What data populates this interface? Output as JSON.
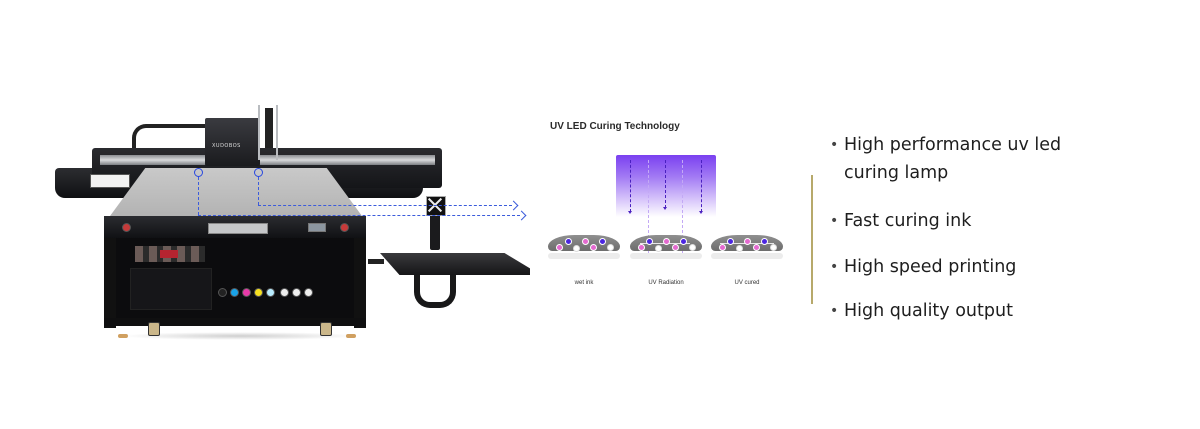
{
  "diagram": {
    "title": "UV LED Curing Technology",
    "stages": [
      {
        "label": "wet ink"
      },
      {
        "label": "UV Radiation"
      },
      {
        "label": "UV cured"
      }
    ],
    "colors": {
      "uv_purple": "#7a40f0",
      "ink_magenta": "#e46ad0",
      "ink_blue": "#4b25e0"
    }
  },
  "printer": {
    "brand_label": "XUDOBOS",
    "annotation_color": "#3b5bdb"
  },
  "features": {
    "divider_color": "#b7a96b",
    "bullet": "•",
    "items": [
      {
        "text": "High performance uv led curing lamp",
        "line1": "High performance uv led",
        "line2": "curing lamp"
      },
      {
        "text": "Fast curing ink"
      },
      {
        "text": "High speed printing"
      },
      {
        "text": "High quality output"
      }
    ]
  }
}
